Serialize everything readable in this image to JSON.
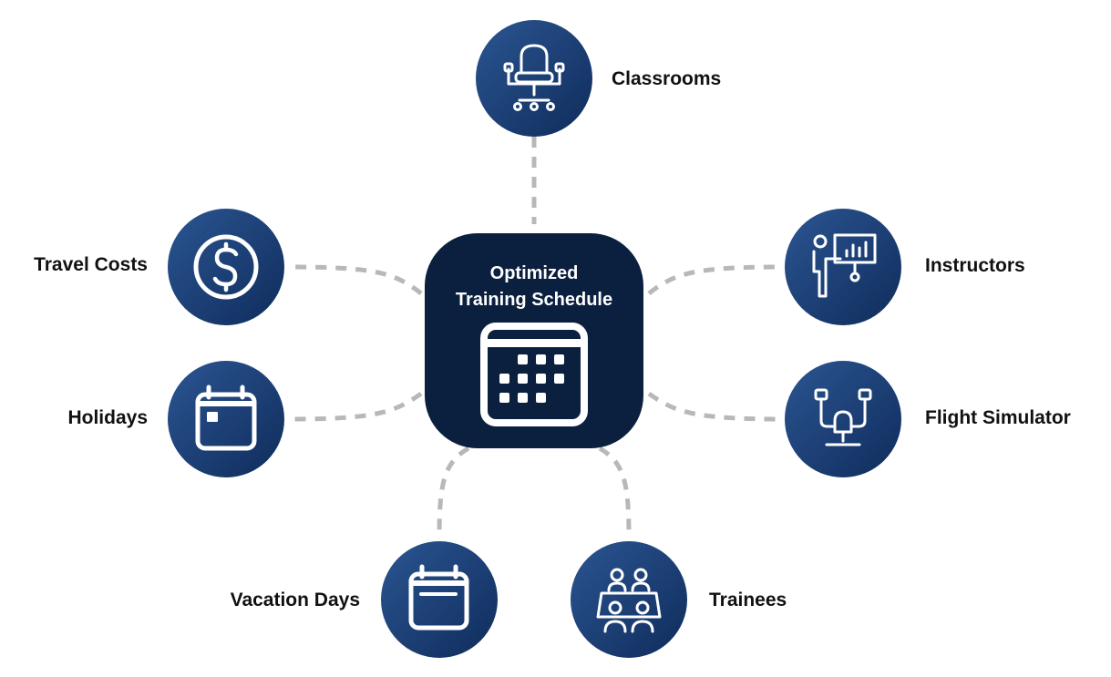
{
  "center": {
    "title_line1": "Optimized",
    "title_line2": "Training Schedule",
    "icon": "calendar-grid-icon"
  },
  "nodes": [
    {
      "id": "classrooms",
      "label": "Classrooms",
      "icon": "office-chair-icon"
    },
    {
      "id": "instructors",
      "label": "Instructors",
      "icon": "presenter-board-icon"
    },
    {
      "id": "flight-simulator",
      "label": "Flight Simulator",
      "icon": "flight-simulator-icon"
    },
    {
      "id": "trainees",
      "label": "Trainees",
      "icon": "people-at-table-icon"
    },
    {
      "id": "vacation-days",
      "label": "Vacation Days",
      "icon": "calendar-icon"
    },
    {
      "id": "holidays",
      "label": "Holidays",
      "icon": "calendar-marked-icon"
    },
    {
      "id": "travel-costs",
      "label": "Travel Costs",
      "icon": "dollar-coin-icon"
    }
  ],
  "colors": {
    "center_fill": "#0b1f3f",
    "node_fill_light": "#2b5591",
    "node_fill_dark": "#0f2c5c",
    "connector": "#b8b8b8",
    "label_text": "#111111",
    "icon_stroke": "#ffffff"
  }
}
